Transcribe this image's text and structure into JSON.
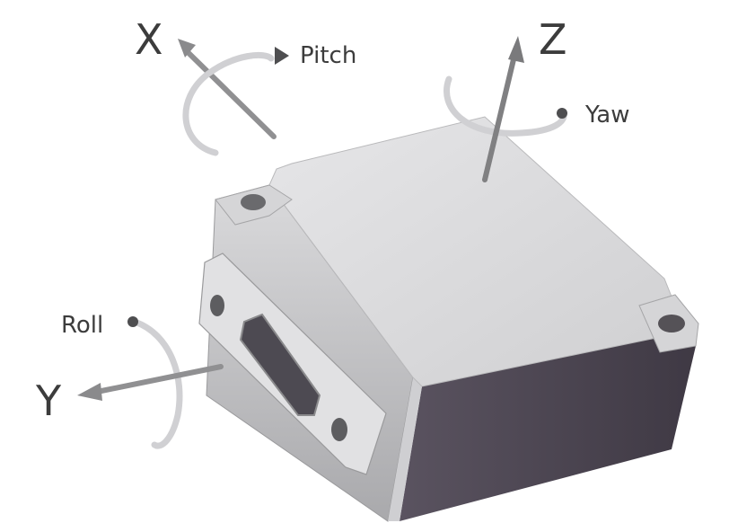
{
  "axes": {
    "x": {
      "letter": "X",
      "rotation": "Pitch"
    },
    "y": {
      "letter": "Y",
      "rotation": "Roll"
    },
    "z": {
      "letter": "Z",
      "rotation": "Yaw"
    }
  },
  "colors": {
    "body_dark": "#4e4751",
    "body_light": "#d9d9db",
    "arrow": "#8e8e90",
    "label": "#3c3c3c"
  }
}
